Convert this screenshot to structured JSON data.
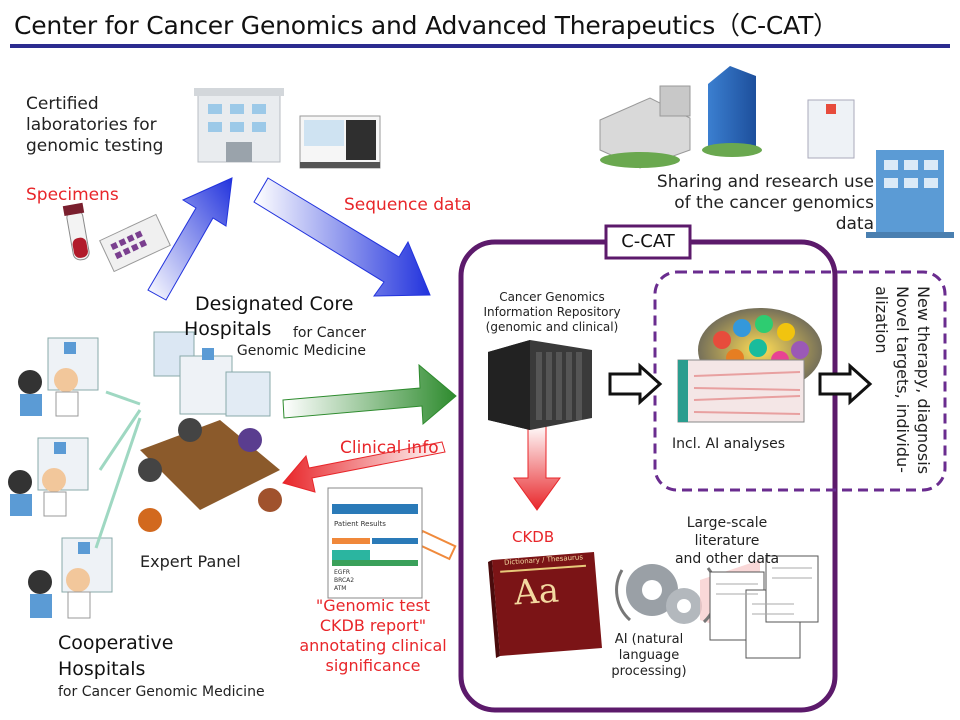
{
  "title": "Center for Cancer Genomics and Advanced Therapeutics（C-CAT）",
  "labs": {
    "label": "Certified\nlaboratories for\ngenomic testing"
  },
  "specimens": "Specimens",
  "sequence_data": "Sequence data",
  "core_hospitals": {
    "line1": "Designated Core",
    "line2": "Hospitals",
    "suffix": "for Cancer\nGenomic Medicine"
  },
  "sharing": "Sharing and research use\nof the cancer genomics\ndata",
  "ccat_label": "C-CAT",
  "repository": "Cancer Genomics\nInformation Repository\n(genomic and clinical)",
  "ai_analyses": "Incl. AI analyses",
  "outcomes": "New therapy, diagnosis\nNovel targets, individu-\nalization",
  "clinical_info": "Clinical info",
  "expert_panel": "Expert Panel",
  "ckdb": "CKDB",
  "literature": "Large-scale literature\nand other data",
  "nlp": "AI (natural\nlanguage\nprocessing)",
  "report": "\"Genomic test\nCKDB report\"\nannotating clinical\nsignificance",
  "coop": {
    "line1": "Cooperative",
    "line2": "Hospitals",
    "suffix": "for Cancer Genomic Medicine"
  },
  "report_doc": {
    "heading": "Patient Results",
    "genes": [
      "EGFR",
      "BRCA2",
      "ATM"
    ]
  },
  "book": {
    "header": "Dictionary / Thesaurus",
    "glyph": "Aa"
  },
  "colors": {
    "accent_red": "#e8262a",
    "ccat_purple": "#5c1a6b",
    "title_rule": "#2b2b8f",
    "arrow_blue": "#2233dd",
    "arrow_green": "#2e8b2e"
  }
}
